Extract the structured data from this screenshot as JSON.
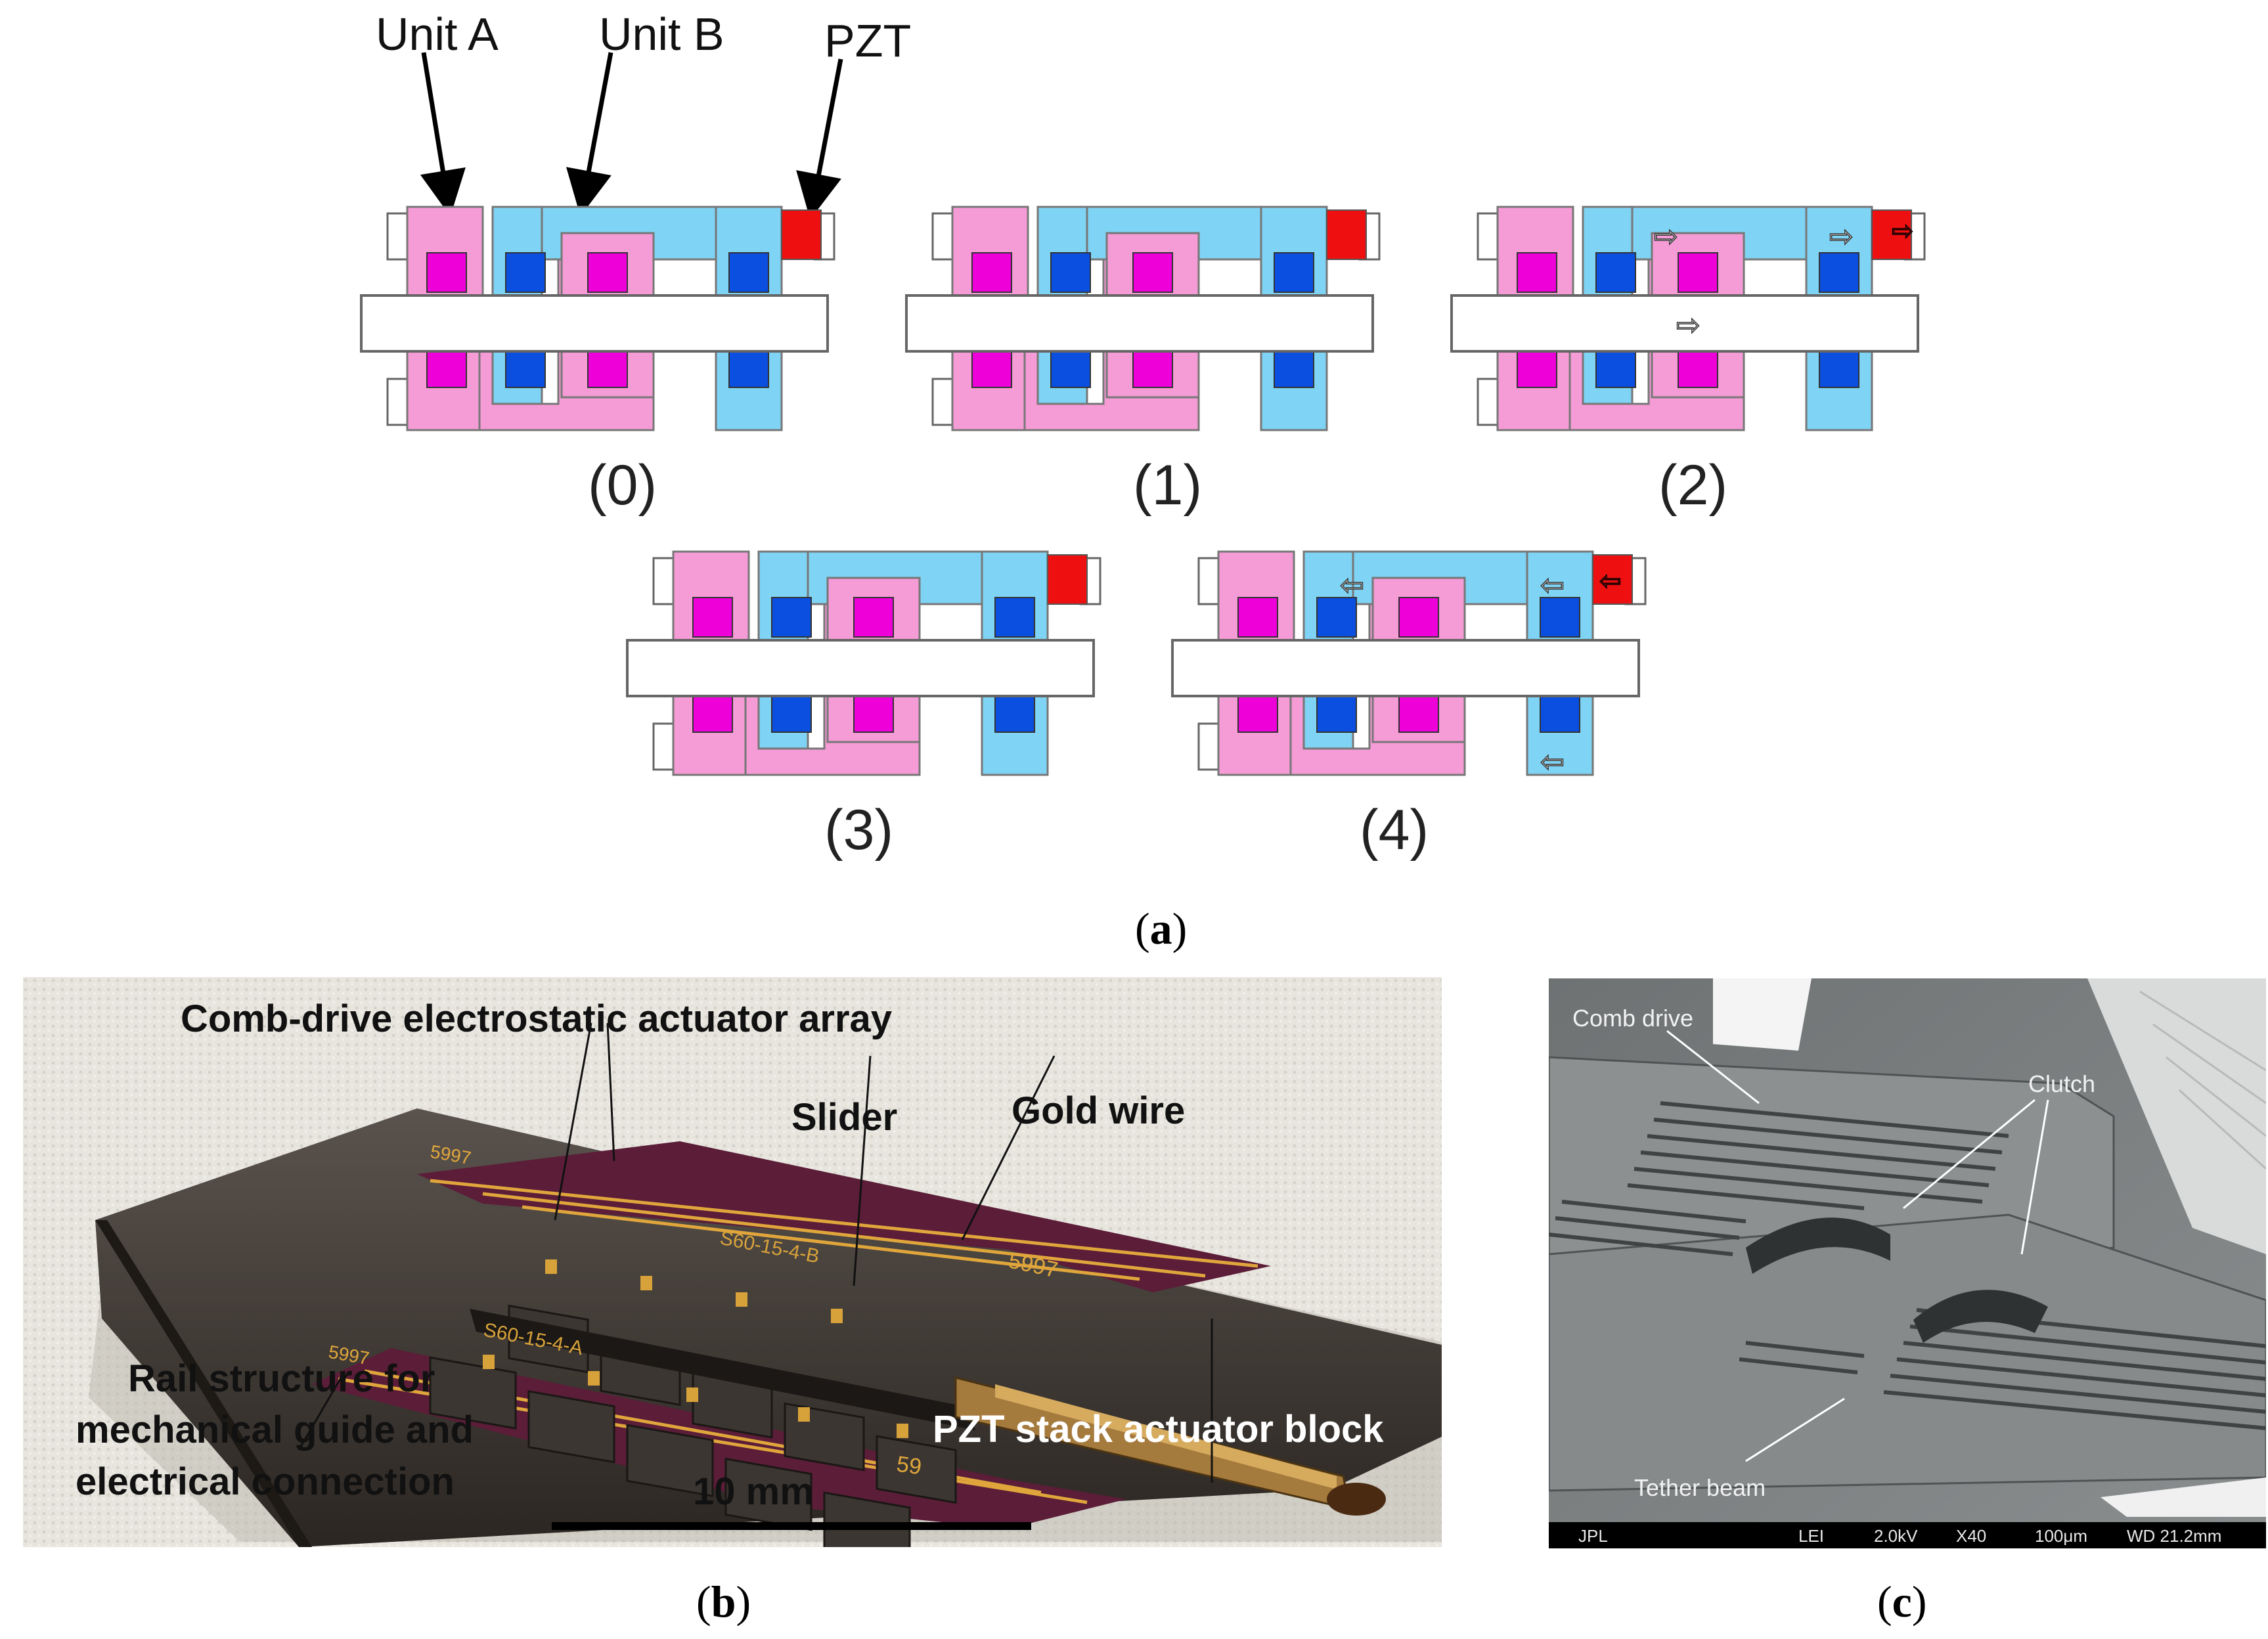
{
  "figure_a": {
    "top_labels": {
      "unit_a": "Unit A",
      "unit_b": "Unit B",
      "pzt": "PZT"
    },
    "stages": [
      "(0)",
      "(1)",
      "(2)",
      "(3)",
      "(4)"
    ],
    "caption": {
      "open": "(",
      "letter": "a",
      "close": ")"
    },
    "colors": {
      "unit_a": "#f59bd6",
      "unit_a_pad": "#ee00d8",
      "unit_b": "#7fd3f4",
      "unit_b_pad": "#0a4fe0",
      "pzt": "#ee1010",
      "slider": "#ffffff"
    }
  },
  "figure_b": {
    "labels": {
      "comb": "Comb-drive electrostatic actuator array",
      "slider": "Slider",
      "gold": "Gold wire",
      "rail_1": "Rail structure for",
      "rail_2": "mechanical guide and",
      "rail_3": "electrical connection",
      "pzt": "PZT stack actuator block",
      "scale": "10 mm"
    },
    "chip_text": [
      "5997",
      "5997",
      "5997",
      "59",
      "S60-15-4-B",
      "S60-15-4-A"
    ],
    "caption": {
      "open": "(",
      "letter": "b",
      "close": ")"
    }
  },
  "figure_c": {
    "labels": {
      "comb": "Comb drive",
      "clutch": "Clutch",
      "tether": "Tether beam"
    },
    "info_bar": {
      "lab": "JPL",
      "mode": "LEI",
      "kv": "2.0kV",
      "mag": "X40",
      "scale": "100μm",
      "wd": "WD 21.2mm"
    },
    "caption": {
      "open": "(",
      "letter": "c",
      "close": ")"
    }
  }
}
